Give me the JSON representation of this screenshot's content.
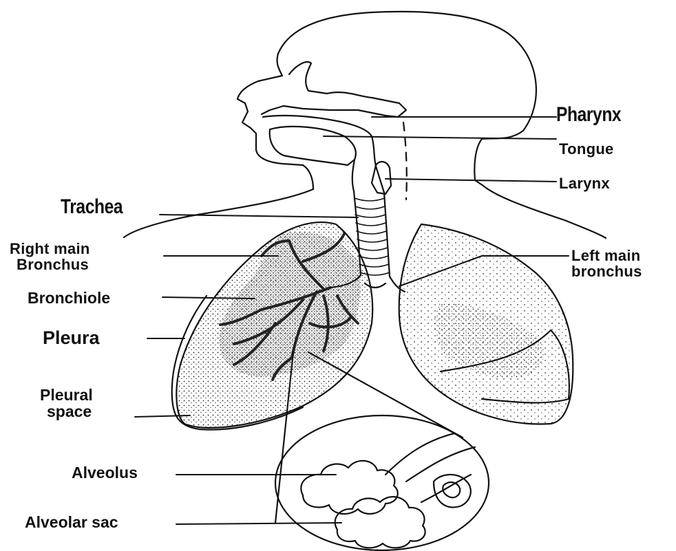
{
  "labels": {
    "pharynx": "Pharynx",
    "tongue": "Tongue",
    "larynx": "Larynx",
    "trachea": "Trachea",
    "right_main_bronchus_1": "Right main",
    "right_main_bronchus_2": "Bronchus",
    "left_main_bronchus_1": "Left main",
    "left_main_bronchus_2": "bronchus",
    "bronchiole": "Bronchiole",
    "pleura": "Pleura",
    "pleural_space_1": "Pleural",
    "pleural_space_2": "space",
    "alveolus": "Alveolus",
    "alveolar_sac": "Alveolar sac"
  },
  "colors": {
    "ink": "#111111",
    "background": "#ffffff"
  }
}
